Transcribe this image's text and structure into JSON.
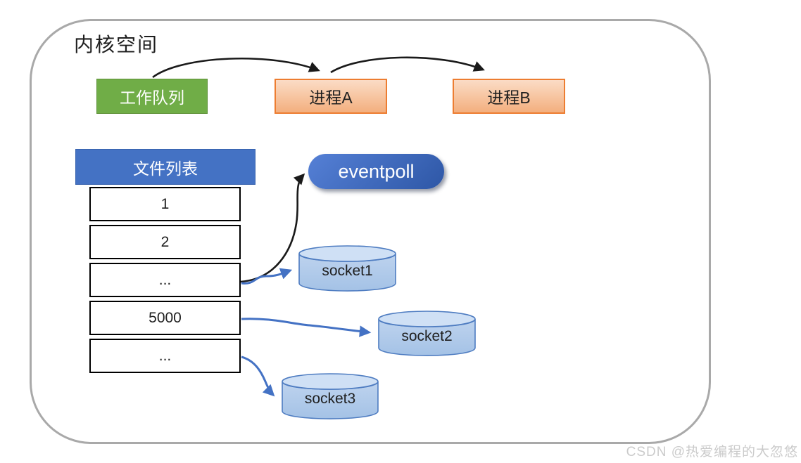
{
  "diagram": {
    "title": "内核空间",
    "watermark": "CSDN @热爱编程的大忽悠"
  },
  "nodes": {
    "work_queue": {
      "label": "工作队列"
    },
    "process_a": {
      "label": "进程A"
    },
    "process_b": {
      "label": "进程B"
    },
    "eventpoll": {
      "label": "eventpoll"
    },
    "sockets": [
      {
        "label": "socket1"
      },
      {
        "label": "socket2"
      },
      {
        "label": "socket3"
      }
    ]
  },
  "file_list": {
    "header": "文件列表",
    "rows": [
      "1",
      "2",
      "...",
      "5000",
      "..."
    ]
  },
  "edges": [
    {
      "from": "work_queue",
      "to": "process_a",
      "style": "black-curve"
    },
    {
      "from": "process_a",
      "to": "process_b",
      "style": "black-curve"
    },
    {
      "from": "file_list.rows.2",
      "to": "eventpoll",
      "style": "black-curve"
    },
    {
      "from": "file_list.rows.2",
      "to": "socket1",
      "style": "blue-curve"
    },
    {
      "from": "file_list.rows.3",
      "to": "socket2",
      "style": "blue-curve"
    },
    {
      "from": "file_list.rows.4",
      "to": "socket3",
      "style": "blue-curve"
    }
  ],
  "colors": {
    "work-queue-fill": "#70AD47",
    "process-border": "#ED7D31",
    "process-fill-top": "#FBDCC6",
    "process-fill-bottom": "#F3AF7E",
    "file-header-fill": "#4472C4",
    "eventpoll-fill-top": "#5580D6",
    "eventpoll-fill-bottom": "#2E57A6",
    "cylinder-fill": "#AFC9EA",
    "cylinder-top-fill": "#CFE0F5",
    "cylinder-stroke": "#4E7CC1",
    "arrow-black": "#1A1A1A",
    "arrow-blue": "#4472C4",
    "frame-border": "#A9A9A9",
    "watermark": "#CBCBCB"
  }
}
